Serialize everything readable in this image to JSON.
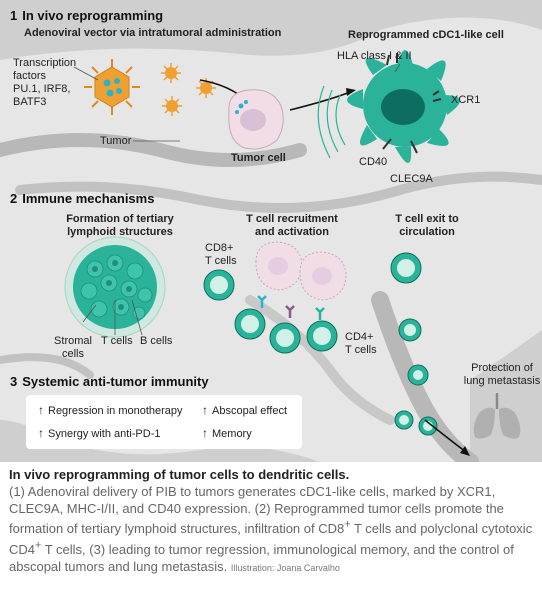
{
  "sections": {
    "s1": {
      "num": "1",
      "title": "In vivo reprogramming",
      "subtitle": "Adenoviral vector via intratumoral administration"
    },
    "s2": {
      "num": "2",
      "title": "Immune mechanisms"
    },
    "s3": {
      "num": "3",
      "title": "Systemic anti-tumor immunity"
    }
  },
  "labels": {
    "transcription_factors": [
      "Transcription",
      "factors",
      "PU.1, IRF8,",
      "BATF3"
    ],
    "tumor": "Tumor",
    "tumor_cell": "Tumor cell",
    "reprogrammed": "Reprogrammed cDC1-like cell",
    "hla": "HLA class I & II",
    "xcr1": "XCR1",
    "cd40": "CD40",
    "clec9a": "CLEC9A",
    "tertiary": [
      "Formation of tertiary",
      "lymphoid structures"
    ],
    "tcell_recruit": [
      "T cell recruitment",
      "and activation"
    ],
    "tcell_exit": [
      "T cell exit to",
      "circulation"
    ],
    "cd8": [
      "CD8+",
      "T cells"
    ],
    "cd4": [
      "CD4+",
      "T cells"
    ],
    "stromal": [
      "Stromal",
      "cells"
    ],
    "tcells": "T cells",
    "bcells": "B cells",
    "protection": [
      "Protection of",
      "lung metastasis"
    ]
  },
  "legend": {
    "regression": "Regression in monotherapy",
    "abscopal": "Abscopal effect",
    "synergy": "Synergy with anti-PD-1",
    "memory": "Memory",
    "arrow": "↑"
  },
  "caption": {
    "title": "In vivo reprogramming of tumor cells to dendritic cells.",
    "body_pre": "(1) Adenoviral delivery of PIB to tumors generates cDC1-like cells, marked by XCR1, CLEC9A, MHC-I/II, and CD40 expression. (2) Reprogrammed tumor cells promote the formation of tertiary lymphoid structures, infiltration of CD8",
    "sup1": "+",
    "body_mid": " T cells and polyclonal cytotoxic CD4",
    "sup2": "+",
    "body_post": " T cells, (3) leading to tumor regression, immunological memory, and the control of abscopal tumors and lung metastasis.",
    "credit": "Illustration: Joana Carvalho"
  },
  "colors": {
    "background": "#cfcfcf",
    "tissue": "#e6e6e6",
    "vessel": "#b8b8b8",
    "teal": "#2bb39a",
    "teal_dark": "#0d6e5f",
    "orange": "#f0a030",
    "tumor_pink": "#f0dde6"
  }
}
